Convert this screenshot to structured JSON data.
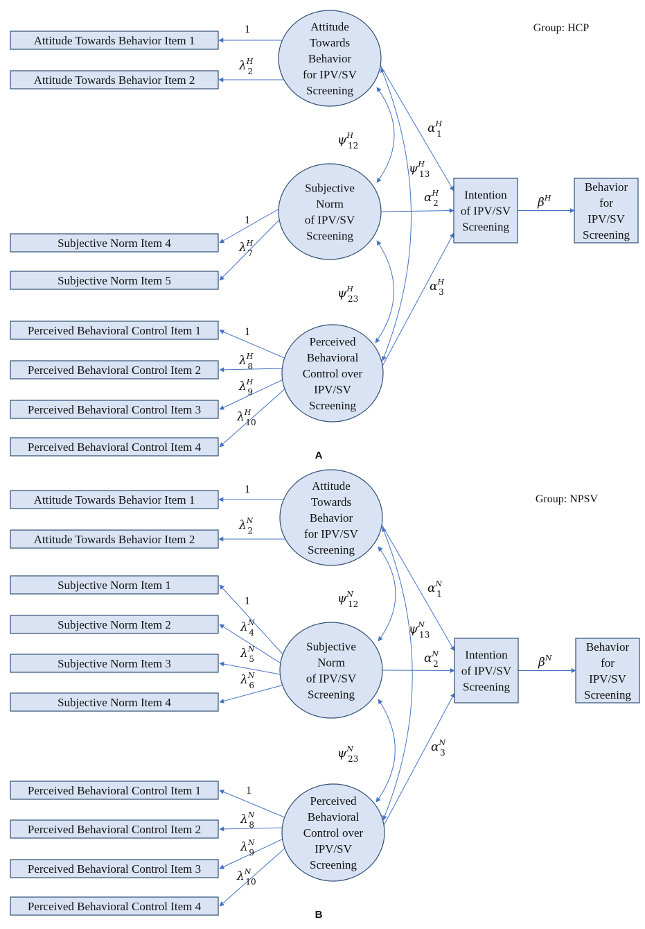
{
  "panels": [
    {
      "panel_label": "A",
      "group_label": "Group: HCP",
      "sup": "H",
      "constructs": {
        "attitude": [
          "Attitude",
          "Towards",
          "Behavior",
          "for IPV/SV",
          "Screening"
        ],
        "norm": [
          "Subjective",
          "Norm",
          "of IPV/SV",
          "Screening"
        ],
        "pbc": [
          "Perceived",
          "Behavioral",
          "Control over",
          "IPV/SV",
          "Screening"
        ],
        "intention": [
          "Intention",
          "of IPV/SV",
          "Screening"
        ],
        "behavior": [
          "Behavior",
          "for",
          "IPV/SV",
          "Screening"
        ]
      },
      "attitude_items": [
        "Attitude Towards Behavior Item 1",
        "Attitude Towards Behavior Item 2"
      ],
      "norm_items": [
        "Subjective Norm Item 4",
        "Subjective Norm Item 5"
      ],
      "pbc_items": [
        "Perceived Behavioral Control Item 1",
        "Perceived Behavioral Control Item 2",
        "Perceived Behavioral Control Item 3",
        "Perceived Behavioral Control Item 4"
      ],
      "loading_fixed": "1",
      "loading_symbol": "λ",
      "att_loading_subs": [
        "2"
      ],
      "norm_loading_subs": [
        "7"
      ],
      "pbc_loading_subs": [
        "8",
        "9",
        "10"
      ],
      "psi_symbol": "ψ",
      "psi_subs": [
        "12",
        "13",
        "23"
      ],
      "alpha_symbol": "α",
      "alpha_subs": [
        "1",
        "2",
        "3"
      ],
      "beta_symbol": "β"
    },
    {
      "panel_label": "B",
      "group_label": "Group: NPSV",
      "sup": "N",
      "constructs": {
        "attitude": [
          "Attitude",
          "Towards",
          "Behavior",
          "for IPV/SV",
          "Screening"
        ],
        "norm": [
          "Subjective",
          "Norm",
          "of IPV/SV",
          "Screening"
        ],
        "pbc": [
          "Perceived",
          "Behavioral",
          "Control over",
          "IPV/SV",
          "Screening"
        ],
        "intention": [
          "Intention",
          "of IPV/SV",
          "Screening"
        ],
        "behavior": [
          "Behavior",
          "for",
          "IPV/SV",
          "Screening"
        ]
      },
      "attitude_items": [
        "Attitude Towards Behavior Item 1",
        "Attitude Towards Behavior Item 2"
      ],
      "norm_items": [
        "Subjective Norm Item 1",
        "Subjective Norm Item 2",
        "Subjective Norm Item 3",
        "Subjective Norm Item 4"
      ],
      "pbc_items": [
        "Perceived Behavioral Control Item 1",
        "Perceived Behavioral Control Item 2",
        "Perceived Behavioral Control Item 3",
        "Perceived Behavioral Control Item 4"
      ],
      "loading_fixed": "1",
      "loading_symbol": "λ",
      "att_loading_subs": [
        "2"
      ],
      "norm_loading_subs": [
        "4",
        "5",
        "6"
      ],
      "pbc_loading_subs": [
        "8",
        "9",
        "10"
      ],
      "psi_symbol": "ψ",
      "psi_subs": [
        "12",
        "13",
        "23"
      ],
      "alpha_symbol": "α",
      "alpha_subs": [
        "1",
        "2",
        "3"
      ],
      "beta_symbol": "β"
    }
  ]
}
